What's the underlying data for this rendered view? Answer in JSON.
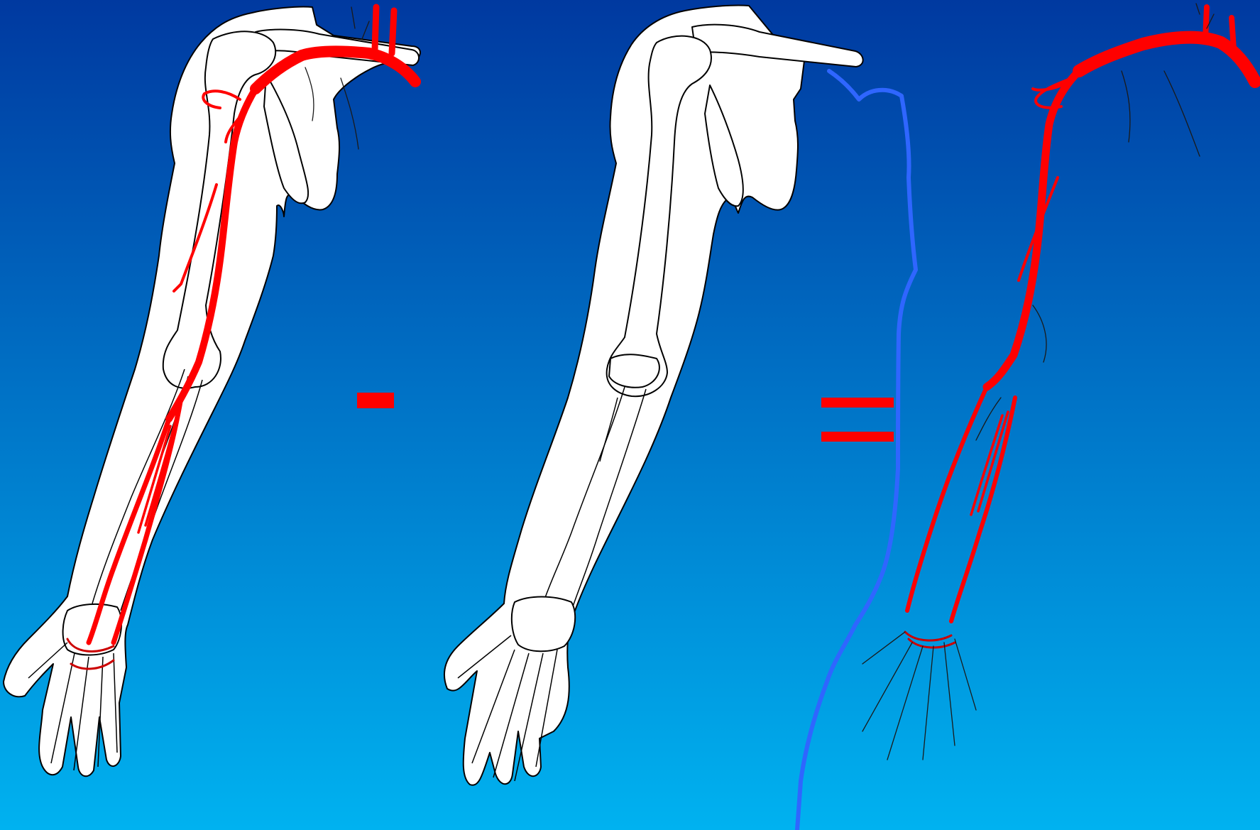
{
  "diagram": {
    "operation": [
      "minus",
      "equals"
    ],
    "panels": [
      {
        "id": "arm-with-arteries",
        "content": [
          "arm-silhouette",
          "skeleton",
          "arteries"
        ]
      },
      {
        "id": "arm-without-arteries",
        "content": [
          "arm-silhouette",
          "skeleton"
        ]
      },
      {
        "id": "arteries-only",
        "content": [
          "arteries",
          "fine-nerves"
        ]
      }
    ]
  },
  "colors": {
    "background_top": "#0039a0",
    "background_bottom": "#00b2f0",
    "artery": "#ff0000",
    "operator": "#ff0000",
    "divider_line": "#2f66ff",
    "silhouette": "#ffffff",
    "outline": "#000000"
  }
}
